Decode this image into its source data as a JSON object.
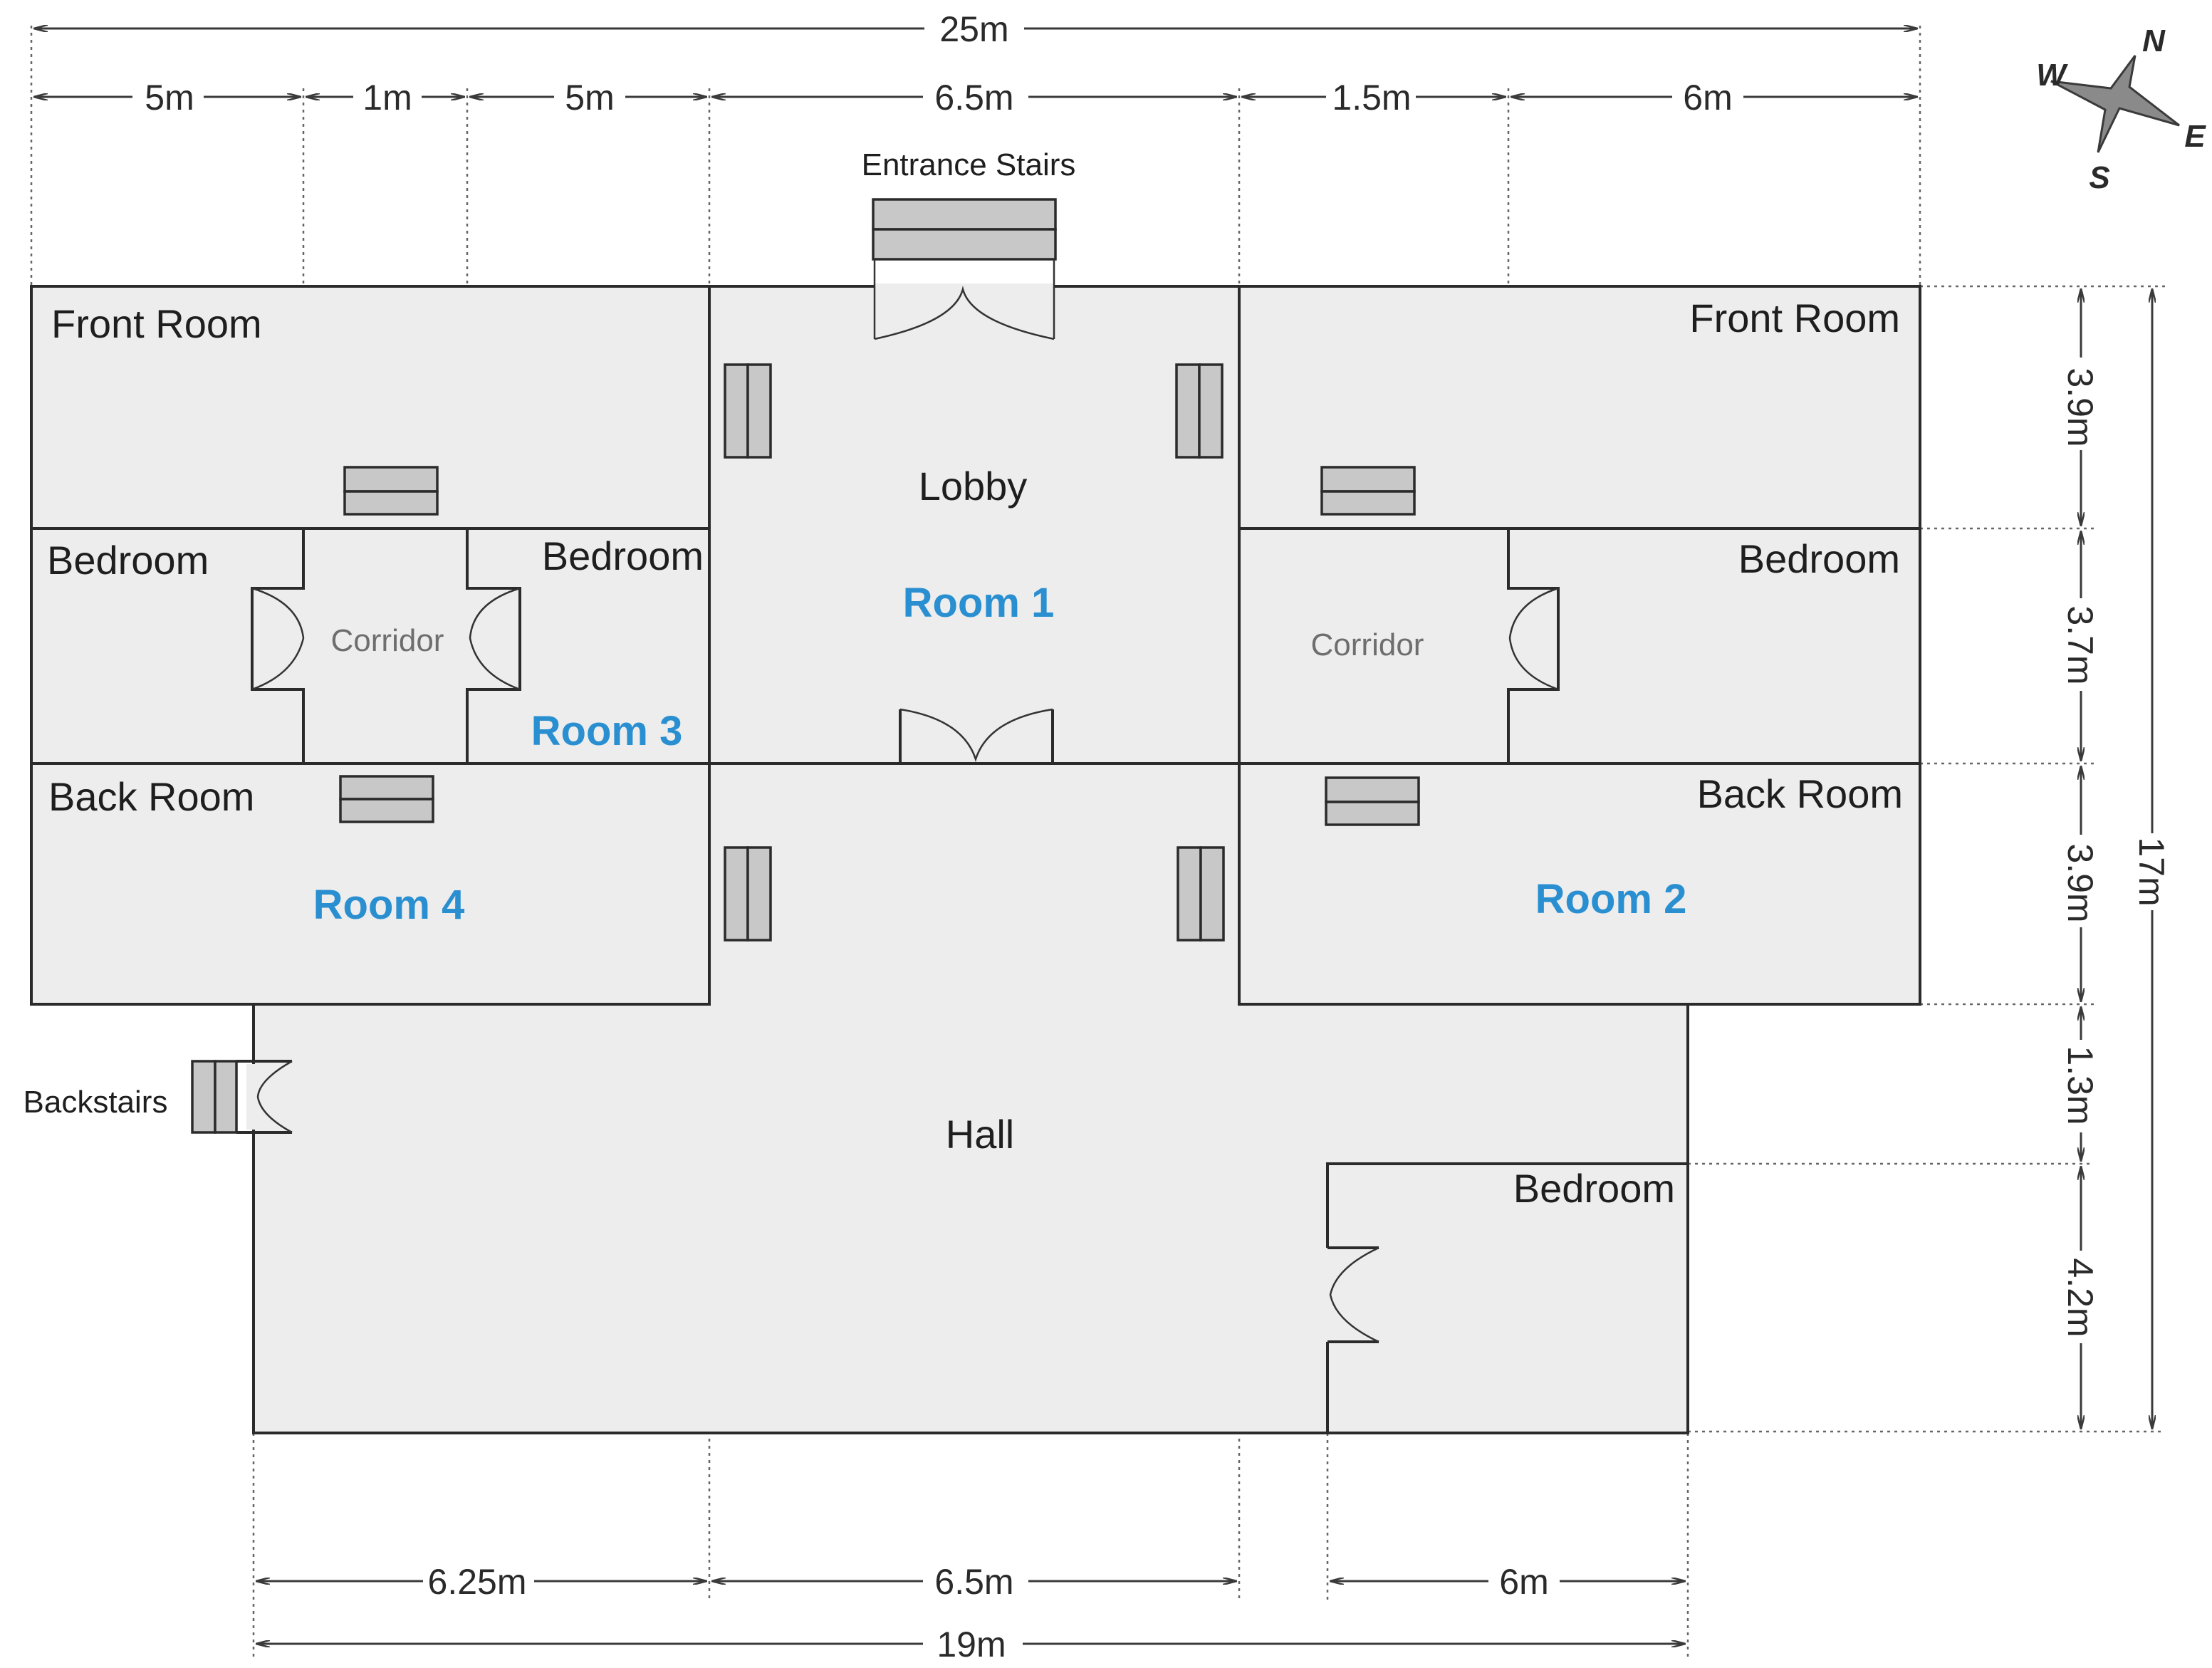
{
  "rooms": {
    "front_room_left": "Front Room",
    "front_room_right": "Front Room",
    "bedroom_left_outer": "Bedroom",
    "bedroom_left_inner": "Bedroom",
    "bedroom_right": "Bedroom",
    "bedroom_rear": "Bedroom",
    "back_room_left": "Back Room",
    "back_room_right": "Back Room",
    "corridor_left": "Corridor",
    "corridor_right": "Corridor",
    "lobby": "Lobby",
    "hall": "Hall"
  },
  "room_numbers": {
    "room1": "Room 1",
    "room2": "Room 2",
    "room3": "Room 3",
    "room4": "Room 4"
  },
  "labels": {
    "entrance_stairs": "Entrance Stairs",
    "backstairs": "Backstairs"
  },
  "dimensions": {
    "top_total": "25m",
    "top_segments": [
      "5m",
      "1m",
      "5m",
      "6.5m",
      "1.5m",
      "6m"
    ],
    "bottom_segments": [
      "6.25m",
      "6.5m",
      "6m"
    ],
    "bottom_total": "19m",
    "right_segments": [
      "3.9m",
      "3.7m",
      "3.9m",
      "1.3m",
      "4.2m"
    ],
    "right_total": "17m"
  },
  "compass": {
    "north": "N",
    "east": "E",
    "south": "S",
    "west": "W"
  }
}
